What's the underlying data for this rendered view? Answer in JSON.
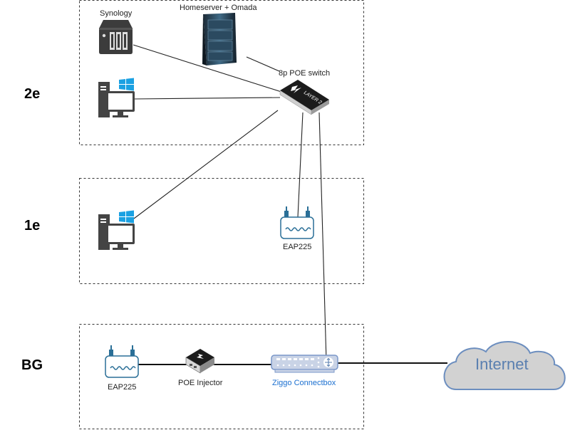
{
  "floors": [
    {
      "id": "2e",
      "label": "2e"
    },
    {
      "id": "1e",
      "label": "1e"
    },
    {
      "id": "bg",
      "label": "BG"
    }
  ],
  "nodes": {
    "synology": {
      "label": "Synology",
      "icon": "nas-icon"
    },
    "homeserver": {
      "label": "Homeserver + Omada",
      "icon": "server-rack-icon"
    },
    "switch": {
      "label": "8p POE switch",
      "icon": "layer2-switch-icon",
      "badge": "LAYER 2"
    },
    "pc_2e": {
      "label": "",
      "icon": "windows-pc-icon"
    },
    "pc_1e": {
      "label": "",
      "icon": "windows-pc-icon"
    },
    "eap_1e": {
      "label": "EAP225",
      "icon": "access-point-icon"
    },
    "eap_bg": {
      "label": "EAP225",
      "icon": "access-point-icon"
    },
    "poe_injector": {
      "label": "POE Injector",
      "icon": "poe-injector-icon"
    },
    "connectbox": {
      "label": "Ziggo Connectbox",
      "icon": "modem-router-icon"
    },
    "internet": {
      "label": "Internet",
      "icon": "cloud-icon"
    }
  },
  "links": [
    {
      "from": "synology",
      "to": "switch"
    },
    {
      "from": "homeserver",
      "to": "switch"
    },
    {
      "from": "pc_2e",
      "to": "switch"
    },
    {
      "from": "pc_1e",
      "to": "switch"
    },
    {
      "from": "eap_1e",
      "to": "switch"
    },
    {
      "from": "connectbox",
      "to": "switch"
    },
    {
      "from": "eap_bg",
      "to": "poe_injector"
    },
    {
      "from": "poe_injector",
      "to": "connectbox"
    },
    {
      "from": "connectbox",
      "to": "internet"
    }
  ],
  "colors": {
    "windows_blue": "#1ba1e2",
    "device_dark": "#3c3c3c",
    "ap_stroke": "#2a6f97",
    "router_fill": "#c9d3e6",
    "router_stroke": "#7a97c9",
    "cloud_fill": "#d2d2d2",
    "cloud_stroke": "#6c8ebf",
    "link_label_blue": "#1a6fd0"
  }
}
